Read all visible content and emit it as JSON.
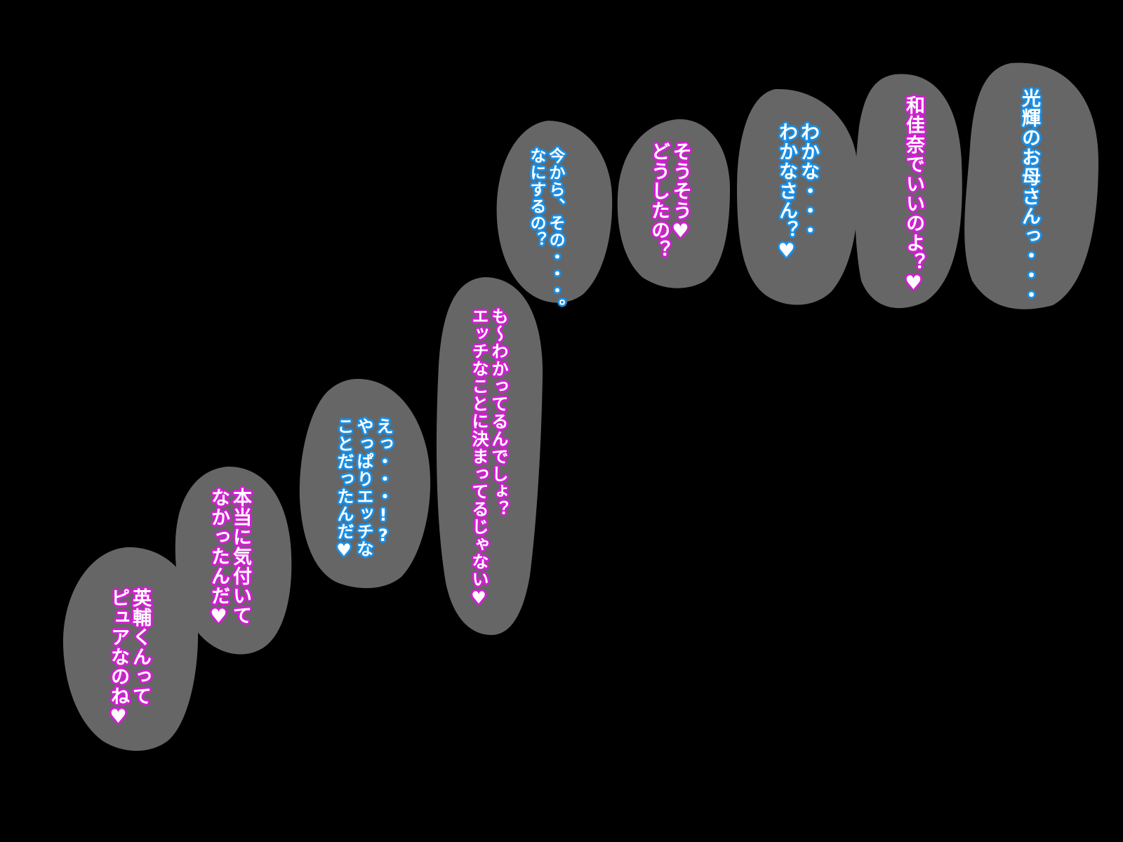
{
  "colors": {
    "background": "#000000",
    "bubble": "#666666",
    "speaker_blue": "#1a8fe6",
    "speaker_pink": "#d21fd2"
  },
  "bubbles": [
    {
      "speaker": "blue",
      "lines": [
        "光輝のお母さんっ・・・"
      ]
    },
    {
      "speaker": "pink",
      "lines": [
        "和佳奈でいいのよ？♥"
      ]
    },
    {
      "speaker": "blue",
      "lines": [
        "わかな・・・",
        "わかなさん？♥"
      ]
    },
    {
      "speaker": "pink",
      "lines": [
        "そうそう♥",
        "どうしたの？"
      ]
    },
    {
      "speaker": "blue",
      "lines": [
        "今から、その・・・。",
        "なにするの？"
      ]
    },
    {
      "speaker": "pink",
      "lines": [
        "も～わかってるんでしょ？",
        "エッチなことに決まってるじゃない♥"
      ]
    },
    {
      "speaker": "blue",
      "lines": [
        "えっ・・・!?",
        "やっぱりエッチな",
        "ことだったんだ♥"
      ]
    },
    {
      "speaker": "pink",
      "lines": [
        "本当に気付いて",
        "なかったんだ♥"
      ]
    },
    {
      "speaker": "pink",
      "lines": [
        "英輔くんって",
        "ピュアなのね♥"
      ]
    }
  ]
}
